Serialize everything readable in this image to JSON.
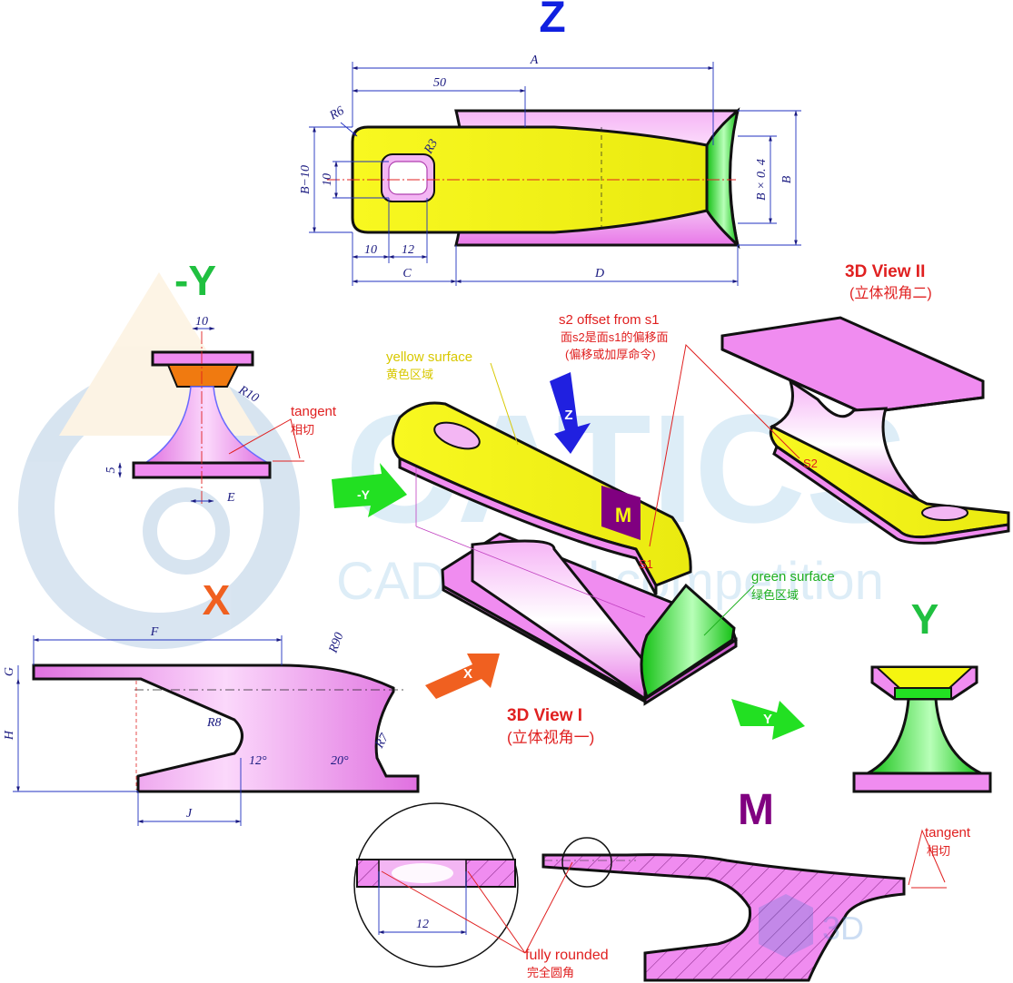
{
  "views": {
    "z": {
      "title": "Z"
    },
    "neg_y": {
      "title": "-Y"
    },
    "x": {
      "title": "X"
    },
    "y": {
      "title": "Y"
    },
    "m": {
      "title": "M"
    },
    "view1": {
      "title": "3D View I",
      "subtitle": "(立体视角一)"
    },
    "view2": {
      "title": "3D View II",
      "subtitle": "(立体视角二)"
    }
  },
  "dimensions": {
    "A": "A",
    "B": "B",
    "C": "C",
    "D": "D",
    "E": "E",
    "F": "F",
    "G": "G",
    "H": "H",
    "J": "J",
    "d50": "50",
    "r6": "R6",
    "r3": "R3",
    "b_minus_10": "B−10",
    "d10_vert": "10",
    "d10": "10",
    "d12": "12",
    "b_x_04": "B × 0. 4",
    "negy_10": "10",
    "r10": "R10",
    "negy_5": "5",
    "r90": "R90",
    "r8": "R8",
    "r7": "R7",
    "a12": "12°",
    "a20": "20°",
    "m_12": "12"
  },
  "annotations": {
    "tangent_1": {
      "en": "tangent",
      "cn": "相切"
    },
    "tangent_2": {
      "en": "tangent",
      "cn": "相切"
    },
    "yellow_surface": {
      "en": "yellow surface",
      "cn": "黄色区域"
    },
    "green_surface": {
      "en": "green surface",
      "cn": "绿色区域"
    },
    "s2_offset": {
      "en": "s2 offset from s1",
      "cn1": "面s2是面s1的偏移面",
      "cn2": "(偏移或加厚命令)"
    },
    "fully_rounded": {
      "en": "fully rounded",
      "cn": "完全圆角"
    },
    "s1": "S1",
    "s2": "S2"
  },
  "arrows": {
    "x": "X",
    "y": "Y",
    "neg_y": "-Y",
    "z": "Z",
    "m": "M"
  },
  "watermark": {
    "main": "CATICS",
    "sub": "CAD digital competition",
    "corner": "3D"
  },
  "colors": {
    "pink": "#f08cf0",
    "yellow": "#f5f510",
    "green": "#22e022",
    "orange": "#f07a10",
    "blue_title": "#1020e0",
    "green_title": "#20c040",
    "orange_title": "#f06020",
    "purple_title": "#800080",
    "red_annot": "#e02020"
  }
}
